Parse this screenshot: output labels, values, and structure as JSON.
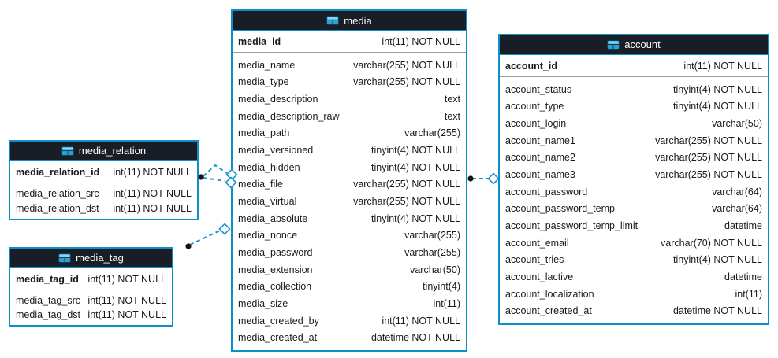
{
  "diagram_type": "database-er-diagram",
  "colors": {
    "table_border": "#0f8fc9",
    "header_bg": "#191d26",
    "header_text": "#ffffff",
    "row_text": "#1a1a1a",
    "connector": "#1e96cc",
    "icon_blue": "#2f9ed4"
  },
  "icons": {
    "table_icon": "table-grid-icon"
  },
  "tables": [
    {
      "title": "media_relation",
      "primary_key": {
        "name": "media_relation_id",
        "type": "int(11) NOT NULL"
      },
      "columns": [
        {
          "name": "media_relation_src",
          "type": "int(11) NOT NULL"
        },
        {
          "name": "media_relation_dst",
          "type": "int(11) NOT NULL"
        }
      ]
    },
    {
      "title": "media_tag",
      "primary_key": {
        "name": "media_tag_id",
        "type": "int(11) NOT NULL"
      },
      "columns": [
        {
          "name": "media_tag_src",
          "type": "int(11) NOT NULL"
        },
        {
          "name": "media_tag_dst",
          "type": "int(11) NOT NULL"
        }
      ]
    },
    {
      "title": "media",
      "primary_key": {
        "name": "media_id",
        "type": "int(11) NOT NULL"
      },
      "columns": [
        {
          "name": "media_name",
          "type": "varchar(255) NOT NULL"
        },
        {
          "name": "media_type",
          "type": "varchar(255) NOT NULL"
        },
        {
          "name": "media_description",
          "type": "text"
        },
        {
          "name": "media_description_raw",
          "type": "text"
        },
        {
          "name": "media_path",
          "type": "varchar(255)"
        },
        {
          "name": "media_versioned",
          "type": "tinyint(4) NOT NULL"
        },
        {
          "name": "media_hidden",
          "type": "tinyint(4) NOT NULL"
        },
        {
          "name": "media_file",
          "type": "varchar(255) NOT NULL"
        },
        {
          "name": "media_virtual",
          "type": "varchar(255) NOT NULL"
        },
        {
          "name": "media_absolute",
          "type": "tinyint(4) NOT NULL"
        },
        {
          "name": "media_nonce",
          "type": "varchar(255)"
        },
        {
          "name": "media_password",
          "type": "varchar(255)"
        },
        {
          "name": "media_extension",
          "type": "varchar(50)"
        },
        {
          "name": "media_collection",
          "type": "tinyint(4)"
        },
        {
          "name": "media_size",
          "type": "int(11)"
        },
        {
          "name": "media_created_by",
          "type": "int(11) NOT NULL"
        },
        {
          "name": "media_created_at",
          "type": "datetime NOT NULL"
        }
      ]
    },
    {
      "title": "account",
      "primary_key": {
        "name": "account_id",
        "type": "int(11) NOT NULL"
      },
      "columns": [
        {
          "name": "account_status",
          "type": "tinyint(4) NOT NULL"
        },
        {
          "name": "account_type",
          "type": "tinyint(4) NOT NULL"
        },
        {
          "name": "account_login",
          "type": "varchar(50)"
        },
        {
          "name": "account_name1",
          "type": "varchar(255) NOT NULL"
        },
        {
          "name": "account_name2",
          "type": "varchar(255) NOT NULL"
        },
        {
          "name": "account_name3",
          "type": "varchar(255) NOT NULL"
        },
        {
          "name": "account_password",
          "type": "varchar(64)"
        },
        {
          "name": "account_password_temp",
          "type": "varchar(64)"
        },
        {
          "name": "account_password_temp_limit",
          "type": "datetime"
        },
        {
          "name": "account_email",
          "type": "varchar(70) NOT NULL"
        },
        {
          "name": "account_tries",
          "type": "tinyint(4) NOT NULL"
        },
        {
          "name": "account_lactive",
          "type": "datetime"
        },
        {
          "name": "account_localization",
          "type": "int(11)"
        },
        {
          "name": "account_created_at",
          "type": "datetime NOT NULL"
        }
      ]
    }
  ],
  "relationships": [
    {
      "from": "media_relation",
      "to": "media",
      "line": "dashed"
    },
    {
      "from": "media_relation",
      "to": "media",
      "line": "dashed"
    },
    {
      "from": "media_tag",
      "to": "media",
      "line": "dashed"
    },
    {
      "from": "media",
      "to": "account",
      "line": "dashed"
    }
  ]
}
